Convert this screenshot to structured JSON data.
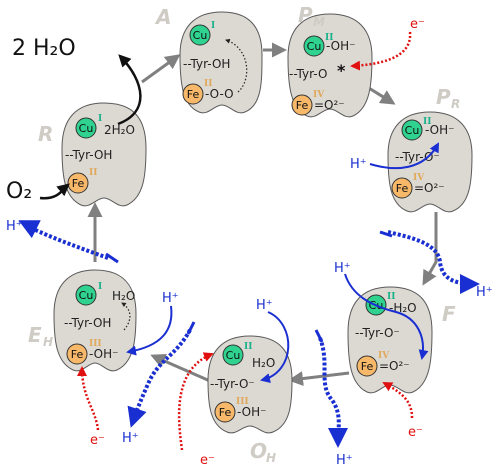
{
  "side_products": {
    "water": "2 H₂O",
    "oxygen": "O₂"
  },
  "common": {
    "cu": "Cu",
    "fe": "Fe",
    "proton": "H⁺",
    "electron": "e⁻"
  },
  "states": {
    "A": {
      "label": "A",
      "sub": "",
      "cu_ox": "I",
      "tyr": "--Tyr-OH",
      "fe_ox": "II",
      "fe_lig": "-O-O"
    },
    "PM": {
      "label": "P",
      "sub": "M",
      "cu_ox": "II",
      "cu_lig": "-OH⁻",
      "tyr": "--Tyr-O",
      "star": "*",
      "fe_ox": "IV",
      "fe_lig": "=O²⁻"
    },
    "PR": {
      "label": "P",
      "sub": "R",
      "cu_ox": "II",
      "cu_lig": "-OH⁻",
      "tyr": "--Tyr-O⁻",
      "fe_ox": "IV",
      "fe_lig": "=O²⁻"
    },
    "F": {
      "label": "F",
      "sub": "",
      "cu_ox": "II",
      "cu_lig": "-H₂O",
      "tyr": "--Tyr-O⁻",
      "fe_ox": "IV",
      "fe_lig": "=O²⁻"
    },
    "OH": {
      "label": "O",
      "sub": "H",
      "cu_ox": "II",
      "cu_lig": "H₂O",
      "tyr": "--Tyr-O⁻",
      "fe_ox": "III",
      "fe_lig": "-OH⁻"
    },
    "EH": {
      "label": "E",
      "sub": "H",
      "cu_ox": "I",
      "cu_lig": "H₂O",
      "tyr": "--Tyr-OH",
      "fe_ox": "III",
      "fe_lig": "-OH⁻"
    },
    "R": {
      "label": "R",
      "sub": "",
      "cu_ox": "I",
      "cu_lig": "2H₂O",
      "tyr": "--Tyr-OH",
      "fe_ox": "II",
      "fe_lig": ""
    }
  },
  "colors": {
    "blob": "#dcd8d2",
    "blob_stroke": "#5a5a5a",
    "cu": "#2fd38f",
    "fe": "#f7b86a",
    "proton_arrow": "#1a2fd1",
    "electron_arrow": "#e01010",
    "cycle_arrow": "#808080"
  }
}
